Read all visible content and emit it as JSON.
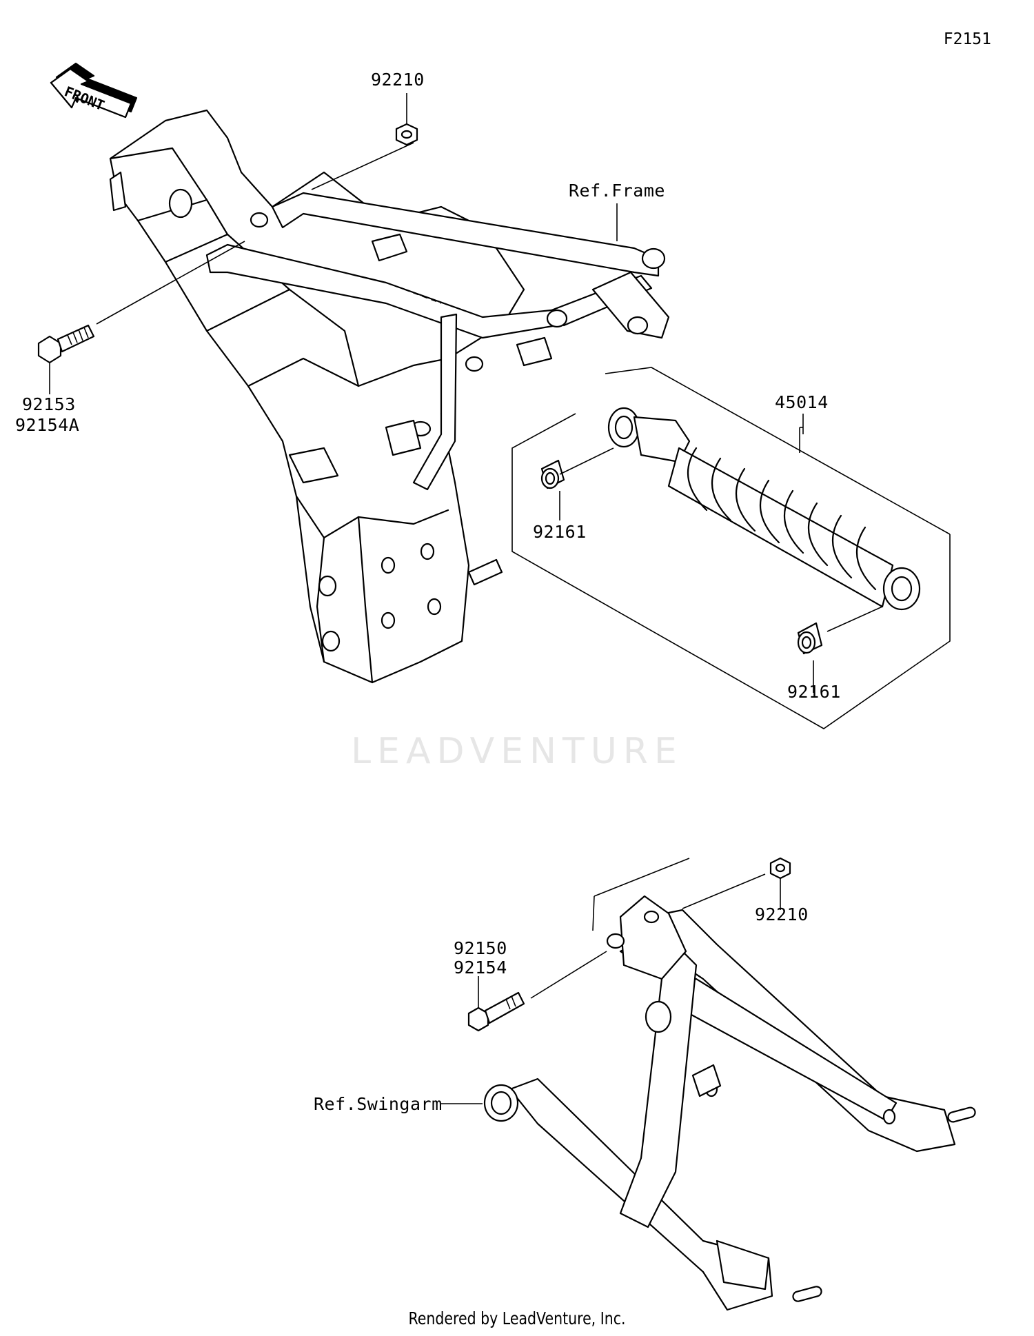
{
  "figure_id": "F2151",
  "front_arrow_label": "FRONT",
  "watermark": "LEADVENTURE",
  "footer": "Rendered by LeadVenture, Inc.",
  "callouts": {
    "nut_top": "92210",
    "ref_frame": "Ref.Frame",
    "bolt_front_a": "92153",
    "bolt_front_b": "92154A",
    "shock": "45014",
    "collar_upper": "92161",
    "collar_lower": "92161",
    "nut_lower": "92210",
    "bolt_lower_a": "92150",
    "bolt_lower_b": "92154",
    "ref_swingarm": "Ref.Swingarm"
  }
}
